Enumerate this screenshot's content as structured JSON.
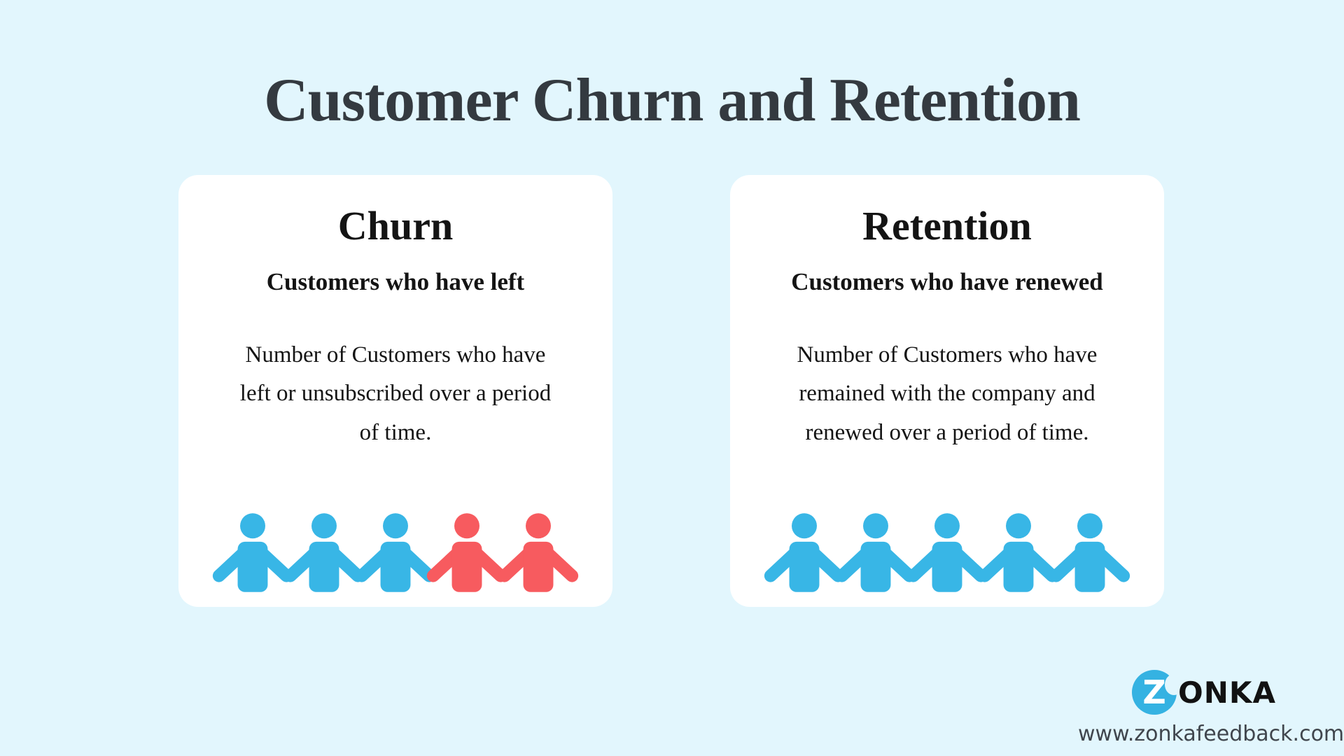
{
  "page": {
    "title": "Customer Churn and Retention"
  },
  "cards": [
    {
      "title": "Churn",
      "subtitle": "Customers who have left",
      "body": "Number of Customers who have\nleft or unsubscribed over a period\nof time.",
      "people": [
        "retained",
        "retained",
        "retained",
        "churned",
        "churned"
      ]
    },
    {
      "title": "Retention",
      "subtitle": "Customers who have renewed",
      "body": "Number of Customers who have\nremained with the company and\nrenewed over a period of time.",
      "people": [
        "retained",
        "retained",
        "retained",
        "retained",
        "retained"
      ]
    }
  ],
  "colors": {
    "background": "#e2f6fd",
    "card_background": "#ffffff",
    "person_retained": "#38b6e6",
    "person_churned": "#f75b5f",
    "heading": "#343a40",
    "card_text": "#141414",
    "logo_blue": "#35b2e2",
    "url_text": "#40464d"
  },
  "footer": {
    "logo_z": "Z",
    "logo_name": "onka",
    "website": "www.zonkafeedback.com"
  }
}
